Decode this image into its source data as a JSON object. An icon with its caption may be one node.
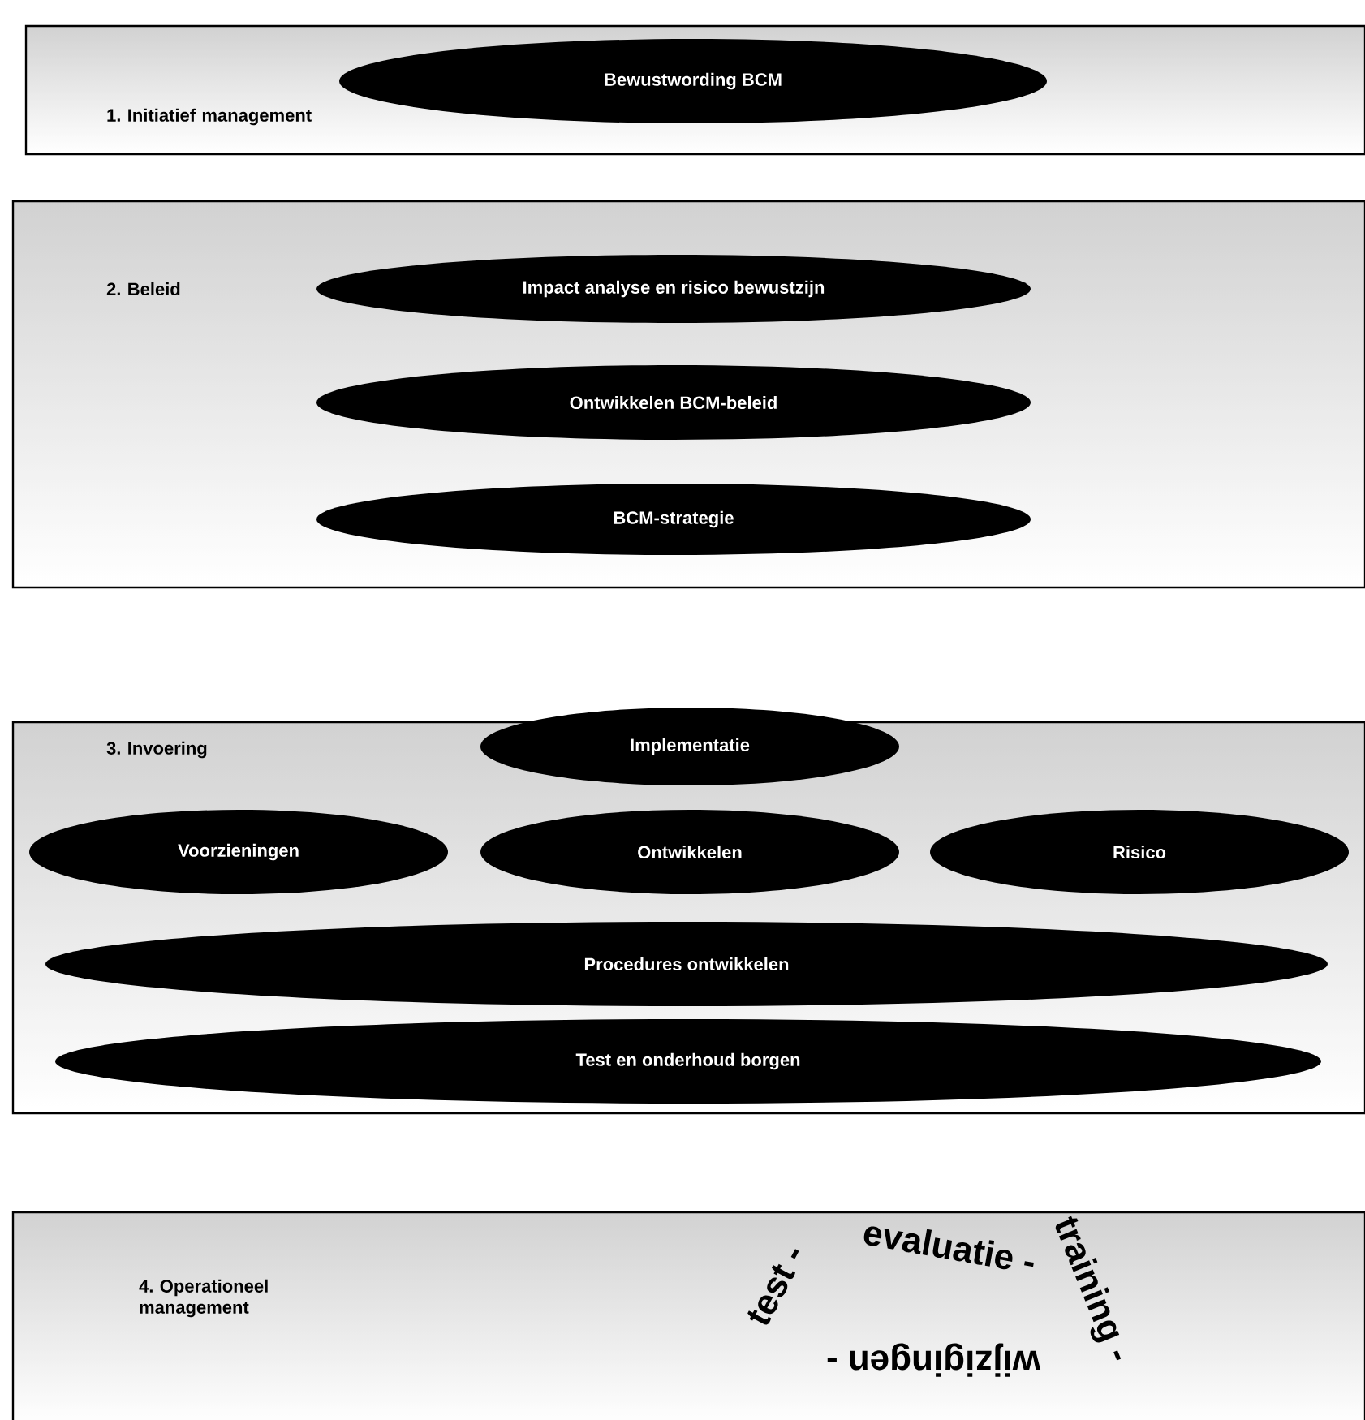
{
  "diagram": {
    "nodes": [
      {
        "text": [
          "1. Initiatief management"
        ]
      },
      {
        "text": [
          "Bewustwording BCM"
        ],
        "in": 0
      },
      {
        "text": [
          "2. Beleid"
        ]
      },
      {
        "text": [
          "Impact analyse en risico bewustzijn"
        ],
        "in": 2
      },
      {
        "text": [
          "Ontwikkelen BCM-beleid"
        ],
        "in": 2
      },
      {
        "text": [
          "BCM-strategie"
        ],
        "in": 2
      },
      {
        "text": [
          "3. Invoering"
        ]
      },
      {
        "text": [
          "Implementatie"
        ],
        "in": 6
      },
      {
        "text": [
          "Voorzieningen"
        ],
        "in": 6
      },
      {
        "text": [
          "Ontwikkelen"
        ],
        "in": 6
      },
      {
        "text": [
          "Risico"
        ],
        "in": 6
      },
      {
        "text": [
          "Procedures ontwikkelen"
        ],
        "in": 6
      },
      {
        "text": [
          "Test en onderhoud borgen"
        ],
        "in": 6
      },
      {
        "text": [
          "4. Operationeel management"
        ]
      }
    ],
    "labels": [
      "test -",
      "evaluatie -",
      "training -",
      "wijzigingen -"
    ]
  }
}
